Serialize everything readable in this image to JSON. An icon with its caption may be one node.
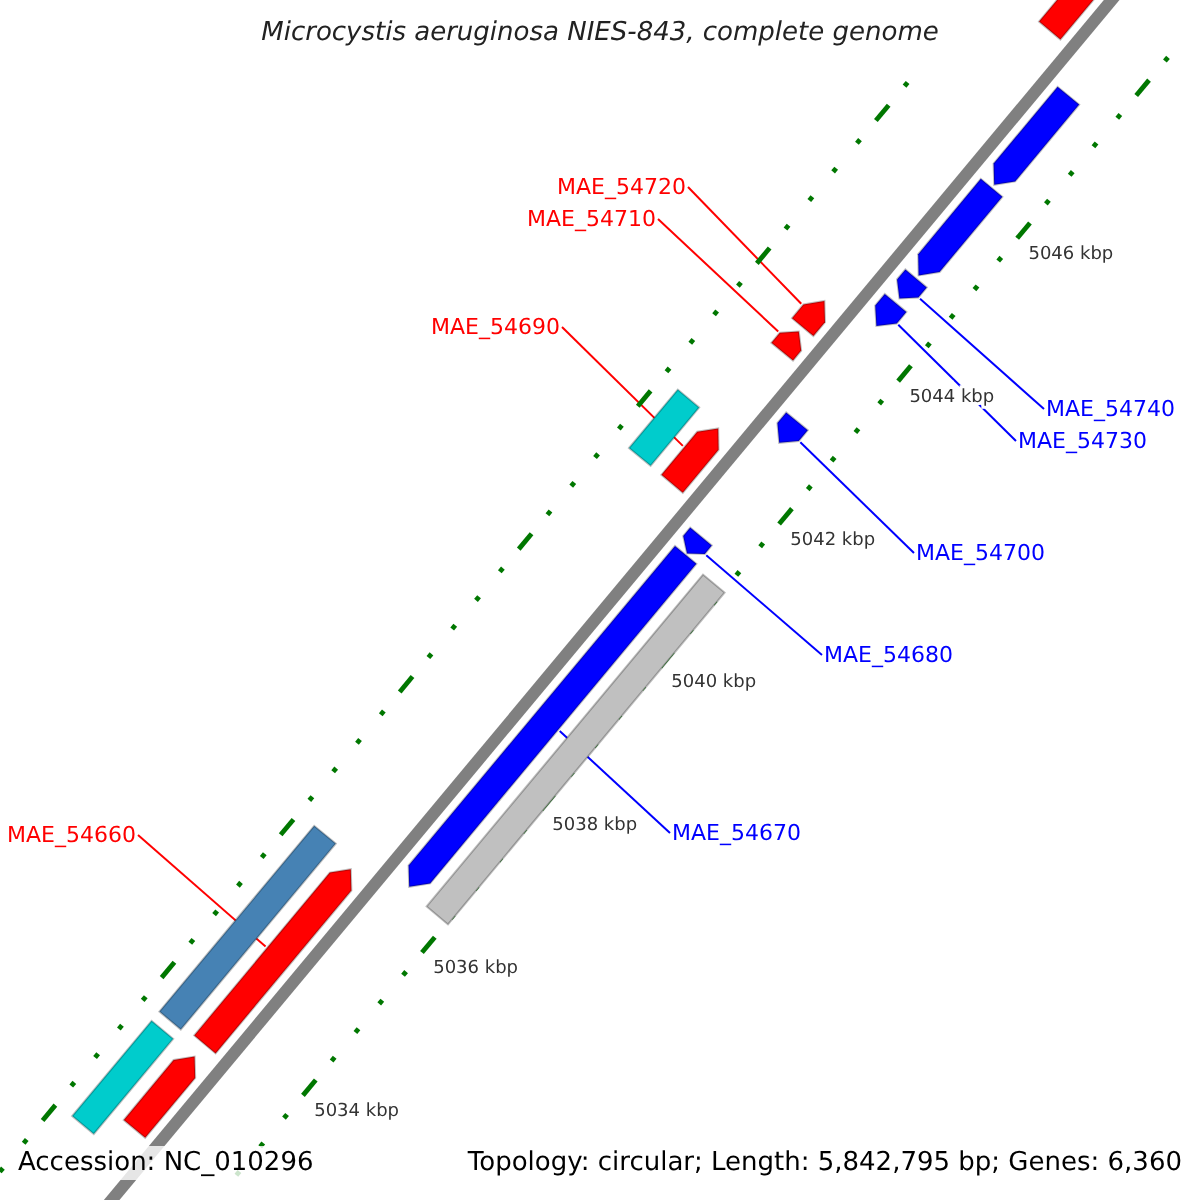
{
  "diagram": {
    "title": "Microcystis aeruginosa NIES-843, complete genome",
    "nodes": [
      {
        "text": [
          "MAE_54720"
        ]
      },
      {
        "text": [
          "MAE_54710"
        ]
      },
      {
        "text": [
          "MAE_54690"
        ]
      },
      {
        "text": [
          "MAE_54660"
        ]
      },
      {
        "text": [
          "MAE_54740"
        ]
      },
      {
        "text": [
          "MAE_54730"
        ]
      },
      {
        "text": [
          "MAE_54700"
        ]
      },
      {
        "text": [
          "MAE_54680"
        ]
      },
      {
        "text": [
          "MAE_54670"
        ]
      },
      {
        "text": [],
        "shape": "arrow"
      },
      {
        "text": [],
        "shape": "arrow"
      },
      {
        "text": [],
        "shape": "arrow"
      },
      {
        "text": [],
        "shape": "arrow"
      },
      {
        "text": [],
        "shape": "arrow"
      },
      {
        "text": [],
        "shape": "arrow"
      },
      {
        "text": [],
        "shape": "arrow"
      },
      {
        "text": [],
        "shape": "arrow"
      },
      {
        "text": [],
        "shape": "bar"
      },
      {
        "text": [],
        "shape": "arrow"
      },
      {
        "text": [],
        "shape": "arrow"
      },
      {
        "text": [],
        "shape": "arrow"
      },
      {
        "text": [],
        "shape": "bar"
      },
      {
        "text": [],
        "shape": "bar"
      },
      {
        "text": [],
        "shape": "arrow"
      },
      {
        "text": [],
        "shape": "bar"
      },
      {
        "text": [],
        "shape": "arrow"
      }
    ],
    "edges": [
      {
        "from": 0,
        "to": 14,
        "arrow": "none",
        "color": "#ff0000"
      },
      {
        "from": 1,
        "to": 15,
        "arrow": "none",
        "color": "#ff0000"
      },
      {
        "from": 2,
        "to": 18,
        "arrow": "none",
        "color": "#ff0000"
      },
      {
        "from": 3,
        "to": 23,
        "arrow": "none",
        "color": "#ff0000"
      },
      {
        "from": 4,
        "to": 12,
        "arrow": "none"
      },
      {
        "from": 5,
        "to": 13,
        "arrow": "none"
      },
      {
        "from": 6,
        "to": 16,
        "arrow": "none"
      },
      {
        "from": 7,
        "to": 19,
        "arrow": "none"
      },
      {
        "from": 8,
        "to": 20,
        "arrow": "none"
      }
    ],
    "labels": [
      "5046 kbp",
      "5044 kbp",
      "5042 kbp",
      "5040 kbp",
      "5038 kbp",
      "5036 kbp",
      "5034 kbp",
      "Accession: NC_010296",
      "Topology: circular; Length: 5,842,795 bp; Genes: 6,360"
    ]
  }
}
